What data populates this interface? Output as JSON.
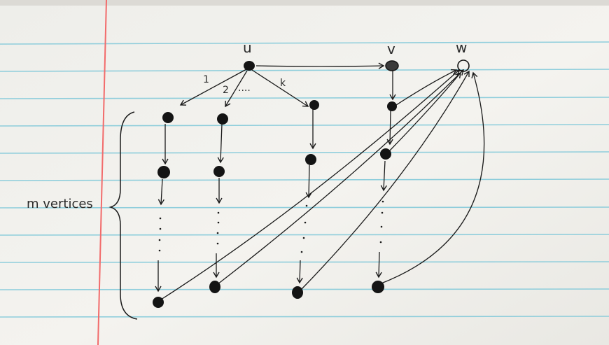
{
  "labels": {
    "u": "u",
    "v": "v",
    "w": "w",
    "edge1": "1",
    "edge2": "2",
    "edgeDots": "....",
    "edgeK": "k",
    "mVertices": "m vertices"
  },
  "colors": {
    "paper": "#f2f1ec",
    "ruled_line": "#7ec8d9",
    "margin_line": "#f26b6b",
    "ink": "#1a1a1a"
  }
}
